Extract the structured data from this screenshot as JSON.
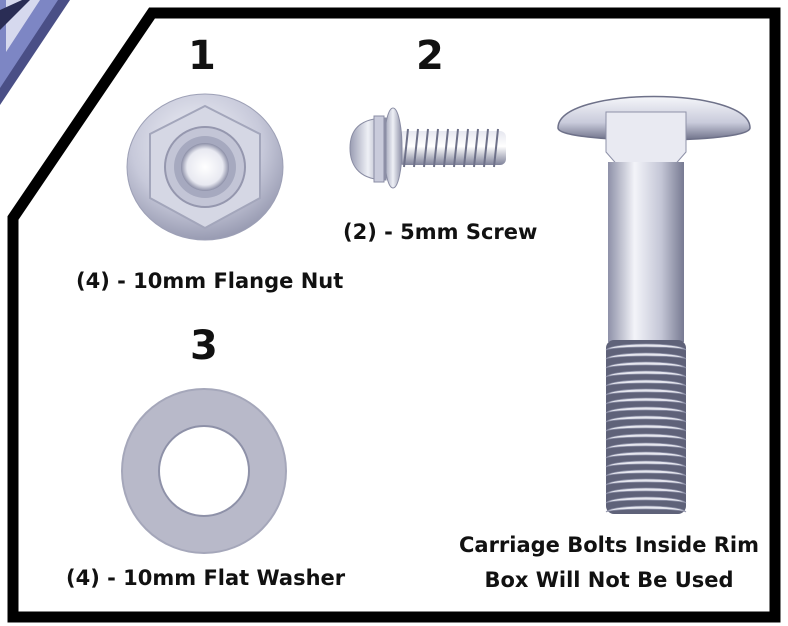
{
  "items": [
    {
      "number": "1",
      "caption": "(4) - 10mm Flange Nut",
      "icon": "flange-nut"
    },
    {
      "number": "2",
      "caption": "(2) - 5mm Screw",
      "icon": "screw"
    },
    {
      "number": "3",
      "caption": "(4) - 10mm Flat Washer",
      "icon": "flat-washer"
    }
  ],
  "note": {
    "line1": "Carriage Bolts Inside Rim",
    "line2": "Box Will Not Be Used",
    "icon": "carriage-bolt"
  },
  "colors": {
    "frame": "#000000",
    "metal_light": "#eef0f6",
    "metal_mid": "#b9bcd0",
    "metal_dark": "#6f728a",
    "corner_accent": "#6f78b8"
  }
}
